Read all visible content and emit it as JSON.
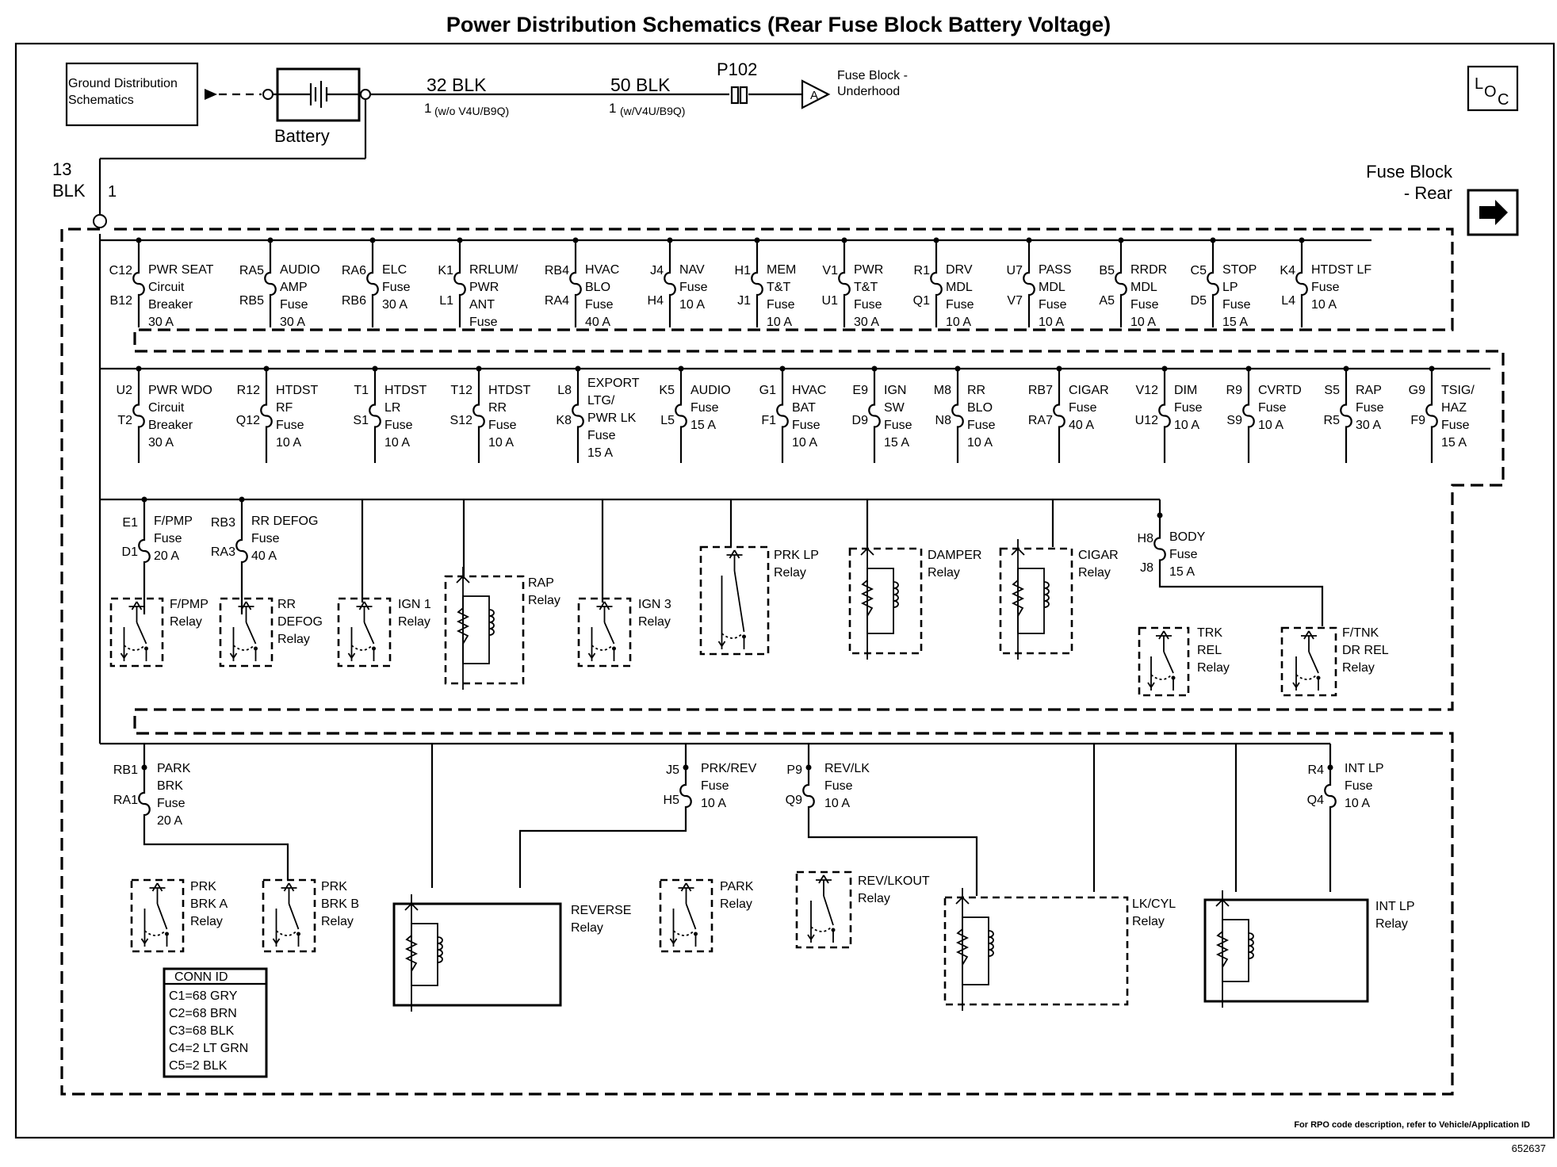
{
  "title": "Power Distribution Schematics (Rear Fuse Block Battery Voltage)",
  "header": {
    "ground_box": "Ground Distribution Schematics",
    "battery_label": "Battery",
    "wire_1": {
      "size_color": "32 BLK",
      "pin": "1",
      "note": "(w/o V4U/B9Q)"
    },
    "wire_2": {
      "size_color": "50 BLK",
      "pin": "1",
      "note": "(w/V4U/B9Q)"
    },
    "splice": "P102",
    "connector_letter": "A",
    "underhood_label": "Fuse Block - Underhood",
    "loc_icon": "LOC",
    "main_wire": {
      "size": "13",
      "color": "BLK",
      "pin": "1"
    },
    "rear_block_label": "Fuse Block - Rear",
    "arrow_icon": "arrow-right-icon"
  },
  "fuses_row1": [
    {
      "top": "C12",
      "bottom": "B12",
      "lines": [
        "PWR SEAT",
        "Circuit",
        "Breaker",
        "30 A"
      ]
    },
    {
      "top": "RA5",
      "bottom": "RB5",
      "lines": [
        "AUDIO",
        "AMP",
        "Fuse",
        "30 A"
      ]
    },
    {
      "top": "RA6",
      "bottom": "RB6",
      "lines": [
        "ELC",
        "Fuse",
        "30 A"
      ]
    },
    {
      "top": "K1",
      "bottom": "L1",
      "lines": [
        "RRLUM/",
        "PWR",
        "ANT",
        "Fuse"
      ]
    },
    {
      "top": "RB4",
      "bottom": "RA4",
      "lines": [
        "HVAC",
        "BLO",
        "Fuse",
        "40 A"
      ]
    },
    {
      "top": "J4",
      "bottom": "H4",
      "lines": [
        "NAV",
        "Fuse",
        "10 A"
      ]
    },
    {
      "top": "H1",
      "bottom": "J1",
      "lines": [
        "MEM",
        "T&T",
        "Fuse",
        "10 A"
      ]
    },
    {
      "top": "V1",
      "bottom": "U1",
      "lines": [
        "PWR",
        "T&T",
        "Fuse",
        "30 A"
      ]
    },
    {
      "top": "R1",
      "bottom": "Q1",
      "lines": [
        "DRV",
        "MDL",
        "Fuse",
        "10 A"
      ]
    },
    {
      "top": "U7",
      "bottom": "V7",
      "lines": [
        "PASS",
        "MDL",
        "Fuse",
        "10 A"
      ]
    },
    {
      "top": "B5",
      "bottom": "A5",
      "lines": [
        "RRDR",
        "MDL",
        "Fuse",
        "10 A"
      ]
    },
    {
      "top": "C5",
      "bottom": "D5",
      "lines": [
        "STOP",
        "LP",
        "Fuse",
        "15 A"
      ]
    },
    {
      "top": "K4",
      "bottom": "L4",
      "lines": [
        "HTDST LF",
        "Fuse",
        "10 A"
      ]
    }
  ],
  "fuses_row2": [
    {
      "top": "U2",
      "bottom": "T2",
      "lines": [
        "PWR WDO",
        "Circuit",
        "Breaker",
        "30 A"
      ]
    },
    {
      "top": "R12",
      "bottom": "Q12",
      "lines": [
        "HTDST",
        "RF",
        "Fuse",
        "10 A"
      ]
    },
    {
      "top": "T1",
      "bottom": "S1",
      "lines": [
        "HTDST",
        "LR",
        "Fuse",
        "10 A"
      ]
    },
    {
      "top": "T12",
      "bottom": "S12",
      "lines": [
        "HTDST",
        "RR",
        "Fuse",
        "10 A"
      ]
    },
    {
      "top": "L8",
      "bottom": "K8",
      "lines": [
        "EXPORT",
        "LTG/",
        "PWR LK",
        "Fuse",
        "15 A"
      ]
    },
    {
      "top": "K5",
      "bottom": "L5",
      "lines": [
        "AUDIO",
        "Fuse",
        "15 A"
      ]
    },
    {
      "top": "G1",
      "bottom": "F1",
      "lines": [
        "HVAC",
        "BAT",
        "Fuse",
        "10 A"
      ]
    },
    {
      "top": "E9",
      "bottom": "D9",
      "lines": [
        "IGN",
        "SW",
        "Fuse",
        "15 A"
      ]
    },
    {
      "top": "M8",
      "bottom": "N8",
      "lines": [
        "RR",
        "BLO",
        "Fuse",
        "10 A"
      ]
    },
    {
      "top": "RB7",
      "bottom": "RA7",
      "lines": [
        "CIGAR",
        "Fuse",
        "40 A"
      ]
    },
    {
      "top": "V12",
      "bottom": "U12",
      "lines": [
        "DIM",
        "Fuse",
        "10 A"
      ]
    },
    {
      "top": "R9",
      "bottom": "S9",
      "lines": [
        "CVRTD",
        "Fuse",
        "10 A"
      ]
    },
    {
      "top": "S5",
      "bottom": "R5",
      "lines": [
        "RAP",
        "Fuse",
        "30 A"
      ]
    },
    {
      "top": "G9",
      "bottom": "F9",
      "lines": [
        "TSIG/",
        "HAZ",
        "Fuse",
        "15 A"
      ]
    }
  ],
  "row3_fuses": [
    {
      "top": "E1",
      "bottom": "D1",
      "lines": [
        "F/PMP",
        "Fuse",
        "20 A"
      ]
    },
    {
      "top": "RB3",
      "bottom": "RA3",
      "lines": [
        "RR DEFOG",
        "Fuse",
        "40 A"
      ]
    },
    {
      "top": "H8",
      "bottom": "J8",
      "lines": [
        "BODY",
        "Fuse",
        "15 A"
      ]
    }
  ],
  "row3_relays": [
    {
      "lines": [
        "F/PMP",
        "Relay"
      ]
    },
    {
      "lines": [
        "RR",
        "DEFOG",
        "Relay"
      ]
    },
    {
      "lines": [
        "IGN 1",
        "Relay"
      ]
    },
    {
      "lines": [
        "RAP",
        "Relay"
      ]
    },
    {
      "lines": [
        "IGN 3",
        "Relay"
      ]
    },
    {
      "lines": [
        "PRK LP",
        "Relay"
      ]
    },
    {
      "lines": [
        "DAMPER",
        "Relay"
      ]
    },
    {
      "lines": [
        "CIGAR",
        "Relay"
      ]
    },
    {
      "lines": [
        "TRK",
        "REL",
        "Relay"
      ]
    },
    {
      "lines": [
        "F/TNK",
        "DR REL",
        "Relay"
      ]
    }
  ],
  "row4_fuses": [
    {
      "top": "RB1",
      "bottom": "RA1",
      "lines": [
        "PARK",
        "BRK",
        "Fuse",
        "20 A"
      ]
    },
    {
      "top": "J5",
      "bottom": "H5",
      "lines": [
        "PRK/REV",
        "Fuse",
        "10 A"
      ]
    },
    {
      "top": "P9",
      "bottom": "Q9",
      "lines": [
        "REV/LK",
        "Fuse",
        "10 A"
      ]
    },
    {
      "top": "R4",
      "bottom": "Q4",
      "lines": [
        "INT LP",
        "Fuse",
        "10 A"
      ]
    }
  ],
  "row4_relays": [
    {
      "lines": [
        "PRK",
        "BRK A",
        "Relay"
      ]
    },
    {
      "lines": [
        "PRK",
        "BRK B",
        "Relay"
      ]
    },
    {
      "lines": [
        "REVERSE",
        "Relay"
      ]
    },
    {
      "lines": [
        "PARK",
        "Relay"
      ]
    },
    {
      "lines": [
        "REV/LKOUT",
        "Relay"
      ]
    },
    {
      "lines": [
        "LK/CYL",
        "Relay"
      ]
    },
    {
      "lines": [
        "INT LP",
        "Relay"
      ]
    }
  ],
  "conn_id": {
    "header": "CONN ID",
    "rows": [
      "C1=68 GRY",
      "C2=68 BRN",
      "C3=68 BLK",
      "C4=2 LT GRN",
      "C5=2 BLK"
    ]
  },
  "footer": {
    "rpo_note": "For RPO code description, refer to Vehicle/Application ID",
    "figure_id": "652637"
  }
}
